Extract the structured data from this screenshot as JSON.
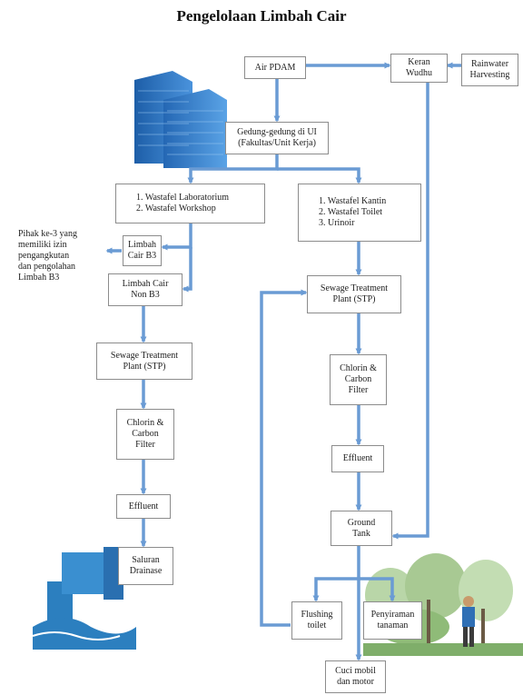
{
  "title": "Pengelolaan Limbah Cair",
  "colors": {
    "arrow": "#6a9bd4",
    "box_border": "#8c8c8c",
    "building": "#2f75c8",
    "water": "#2c7fbf"
  },
  "nodes": {
    "air_pdam": {
      "lines": [
        "Air PDAM"
      ]
    },
    "keran_wudhu": {
      "lines": [
        "Keran",
        "Wudhu"
      ]
    },
    "rainwater_harvesting": {
      "lines": [
        "Rainwater",
        "Harvesting"
      ]
    },
    "gedung_ui": {
      "lines": [
        "Gedung-gedung di UI",
        "(Fakultas/Unit Kerja)"
      ]
    },
    "wastafel_lab_workshop": {
      "lines": [
        "1.   Wastafel Laboratorium",
        "2.   Wastafel Workshop"
      ]
    },
    "wastafel_kantin_toilet_urinoir": {
      "lines": [
        "1.   Wastafel Kantin",
        "2.   Wastafel Toilet",
        "3.   Urinoir"
      ]
    },
    "pihak_ke3": {
      "lines": [
        "Pihak ke-3 yang",
        "memiliki izin",
        "pengangkutan",
        "dan pengolahan",
        "Limbah B3"
      ]
    },
    "limbah_cair_b3": {
      "lines": [
        "Limbah",
        "Cair B3"
      ]
    },
    "limbah_cair_non_b3": {
      "lines": [
        "Limbah Cair",
        "Non B3"
      ]
    },
    "stp_left": {
      "lines": [
        "Sewage Treatment",
        "Plant (STP)"
      ]
    },
    "chlorin_left": {
      "lines": [
        "Chlorin &",
        "Carbon",
        "Filter"
      ]
    },
    "effluent_left": {
      "lines": [
        "Effluent"
      ]
    },
    "saluran_drainase": {
      "lines": [
        "Saluran",
        "Drainase"
      ]
    },
    "stp_right": {
      "lines": [
        "Sewage Treatment",
        "Plant (STP)"
      ]
    },
    "chlorin_right": {
      "lines": [
        "Chlorin &",
        "Carbon",
        "Filter"
      ]
    },
    "effluent_right": {
      "lines": [
        "Effluent"
      ]
    },
    "ground_tank": {
      "lines": [
        "Ground",
        "Tank"
      ]
    },
    "flushing_toilet": {
      "lines": [
        "Flushing",
        "toilet"
      ]
    },
    "penyiraman_tanaman": {
      "lines": [
        "Penyiraman",
        "tanaman"
      ]
    },
    "cuci_mobil_motor": {
      "lines": [
        "Cuci mobil",
        "dan motor"
      ]
    }
  }
}
